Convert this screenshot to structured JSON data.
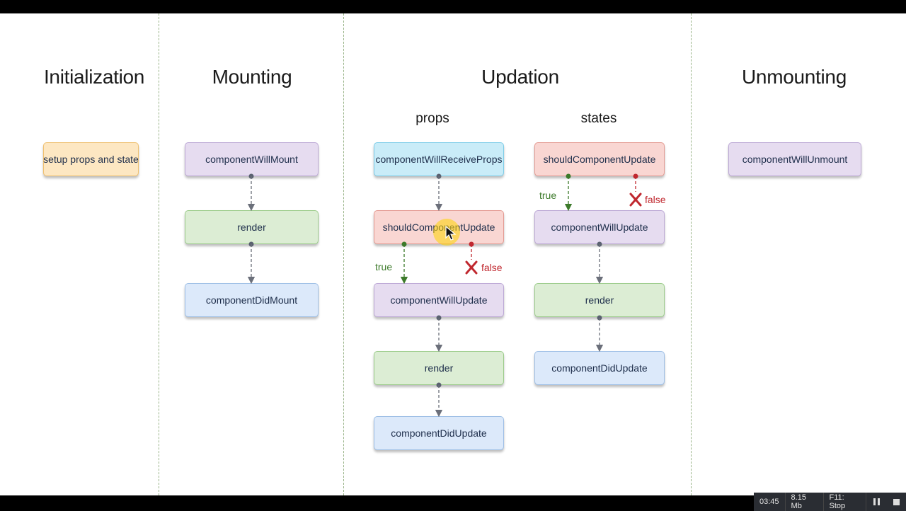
{
  "phases": {
    "initialization": "Initialization",
    "mounting": "Mounting",
    "updation": "Updation",
    "unmounting": "Unmounting"
  },
  "updation_groups": {
    "props": "props",
    "states": "states"
  },
  "nodes": {
    "init_setup": "setup props and state",
    "mount_will_mount": "componentWillMount",
    "mount_render": "render",
    "mount_did_mount": "componentDidMount",
    "props_will_receive": "componentWillReceiveProps",
    "props_should_update": "shouldComponentUpdate",
    "props_will_update": "componentWillUpdate",
    "props_render": "render",
    "props_did_update": "componentDidUpdate",
    "states_should_update": "shouldComponentUpdate",
    "states_will_update": "componentWillUpdate",
    "states_render": "render",
    "states_did_update": "componentDidUpdate",
    "unmount_will_unmount": "componentWillUnmount"
  },
  "edge_labels": {
    "props_true": "true",
    "props_false": "false",
    "states_true": "true",
    "states_false": "false"
  },
  "colors": {
    "true_branch": "#3c7a2a",
    "false_branch": "#c0282f",
    "arrow": "#6b6f7a"
  },
  "recorder": {
    "time": "03:45",
    "size": "8.15 Mb",
    "stop_hint": "F11: Stop"
  }
}
